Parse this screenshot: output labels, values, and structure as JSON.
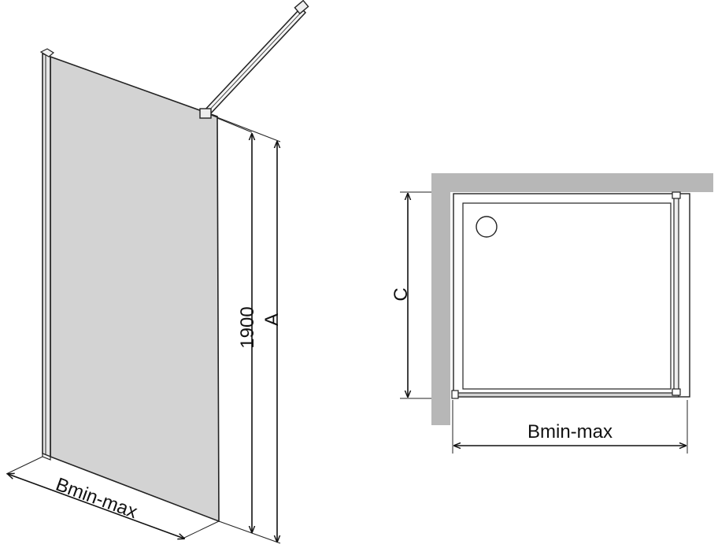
{
  "perspective_view": {
    "height_label": "1900",
    "height_total_label": "A",
    "width_label": "Bmin-max"
  },
  "plan_view": {
    "depth_label": "C",
    "width_label": "Bmin-max"
  },
  "colors": {
    "glass": "#d3d3d3",
    "wall": "#b7b7b7",
    "line": "#222222"
  }
}
